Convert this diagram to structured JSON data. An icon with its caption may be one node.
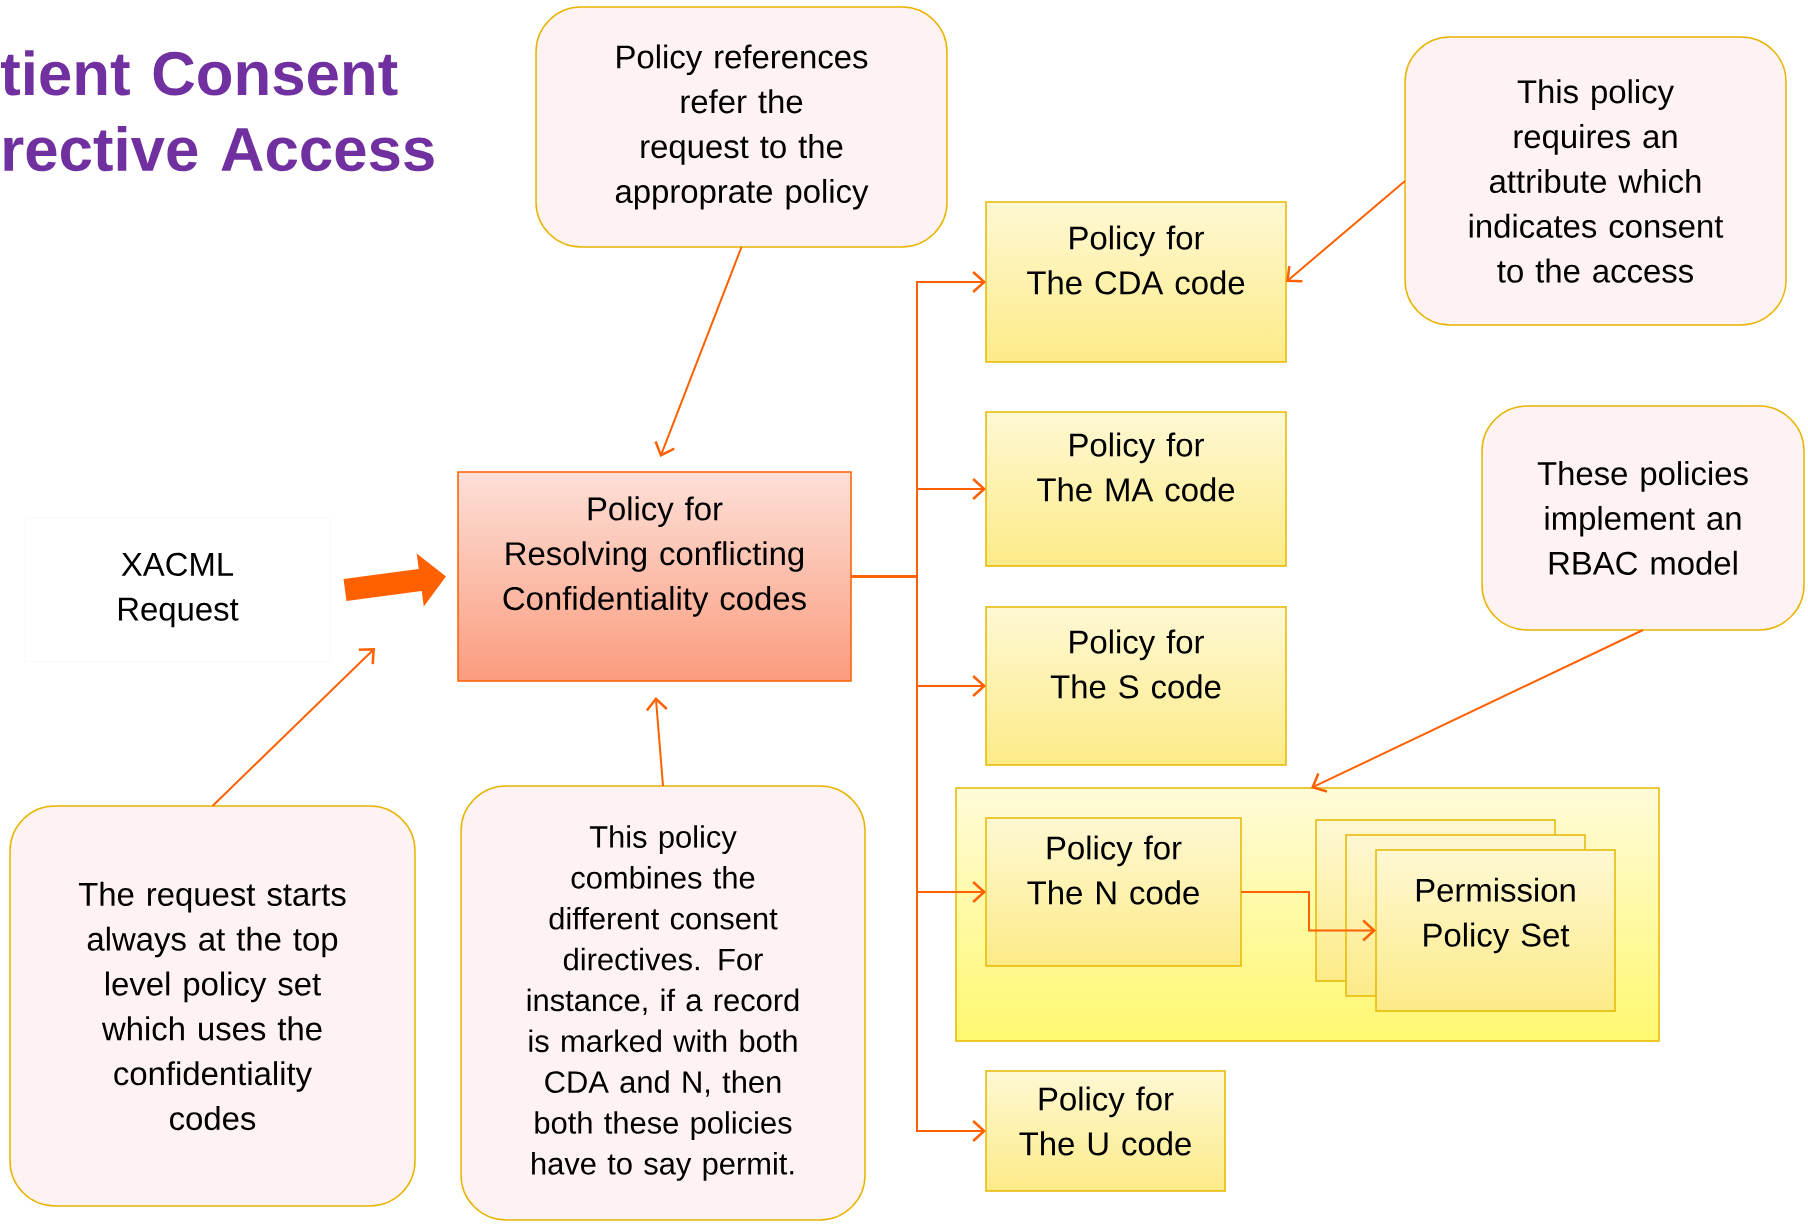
{
  "diagram": {
    "title": "tient Consent rective Access",
    "nodes": [
      {
        "text": [
          "XACML Request"
        ]
      },
      {
        "text": [
          "Policy for",
          "Resolving conflicting Confidentiality codes"
        ]
      },
      {
        "text": [
          "Policy references refer the request to the approprate policy"
        ]
      },
      {
        "text": [
          "Policy for",
          "The CDA code"
        ]
      },
      {
        "text": [
          "Policy for",
          "The MA code"
        ]
      },
      {
        "text": [
          "Policy for",
          "The S code"
        ]
      },
      {
        "text": [],
        "shape": "box"
      },
      {
        "text": [
          "Policy for",
          "The N code"
        ],
        "in": 6
      },
      {
        "text": [
          "Permission Policy Set"
        ],
        "in": 6
      },
      {
        "text": [
          "Policy for",
          "The U code"
        ]
      },
      {
        "text": [
          "This policy requires an attribute which indicates consent to the access"
        ]
      },
      {
        "text": [
          "These policies implement an RBAC model"
        ]
      },
      {
        "text": [
          "The request starts always at the top level policy set which uses the confidentiality codes"
        ]
      },
      {
        "text": [
          "This policy combines the different consent directives. For instance, if a record is marked with both CDA and N, then both these policies have to say permit."
        ]
      }
    ],
    "edges": [
      {
        "from": 0,
        "to": 1,
        "arrow": "to",
        "style": "thick"
      },
      {
        "from": 1,
        "to": 3,
        "arrow": "to"
      },
      {
        "from": 1,
        "to": 4,
        "arrow": "to"
      },
      {
        "from": 1,
        "to": 5,
        "arrow": "to"
      },
      {
        "from": 1,
        "to": 7,
        "arrow": "to"
      },
      {
        "from": 1,
        "to": 9,
        "arrow": "to"
      },
      {
        "from": 7,
        "to": 8,
        "arrow": "to"
      },
      {
        "from": 2,
        "to": 1,
        "arrow": "to"
      },
      {
        "from": 10,
        "to": 3,
        "arrow": "to"
      },
      {
        "from": 11,
        "to": 6,
        "arrow": "to"
      },
      {
        "from": 12,
        "to": null,
        "arrow": "to"
      },
      {
        "from": 13,
        "to": 1,
        "arrow": "to"
      }
    ]
  }
}
